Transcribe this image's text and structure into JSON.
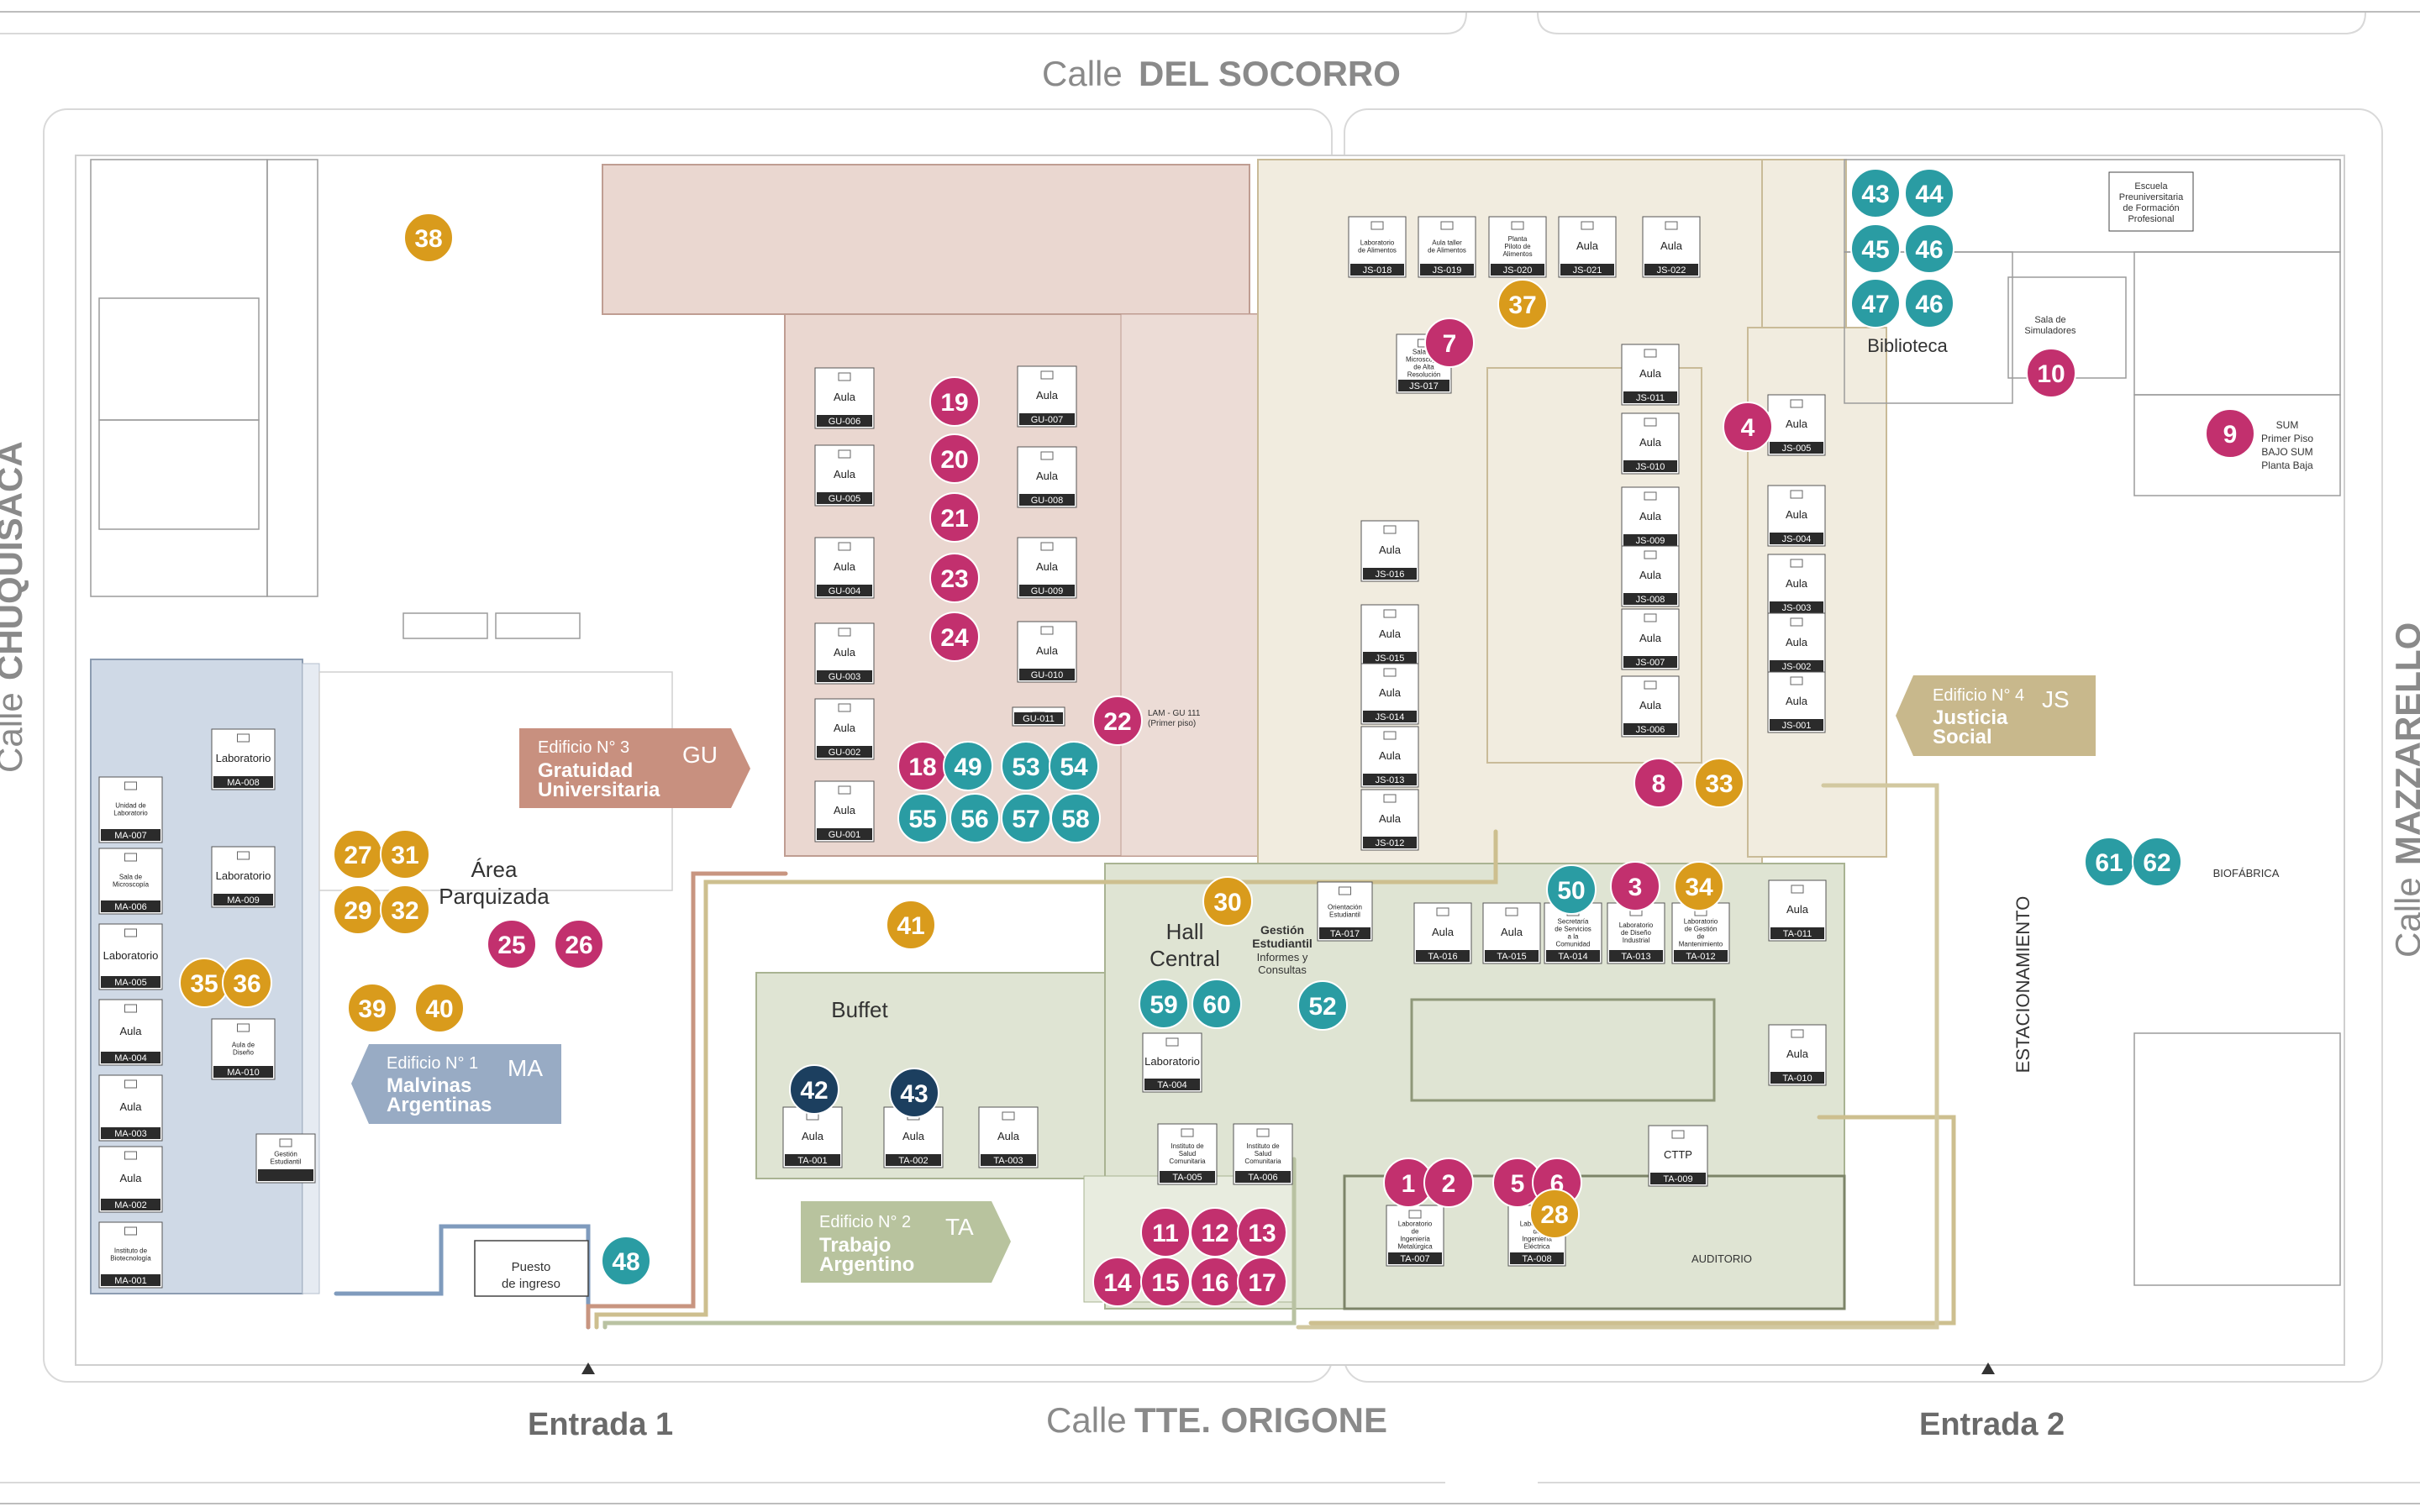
{
  "streets": {
    "top_prefix": "Calle",
    "top_name": "DEL SOCORRO",
    "bottom_prefix": "Calle",
    "bottom_name": "TTE. ORIGONE",
    "left_prefix": "Calle",
    "left_name": "CHUQUISACA",
    "right_prefix": "Calle",
    "right_name": "MAZZARELLO"
  },
  "entrances": {
    "entrance1": "Entrada 1",
    "entrance2": "Entrada 2"
  },
  "colors": {
    "magenta": "#c2306e",
    "teal": "#2a9ca3",
    "gold": "#d99b1c",
    "navy": "#1c3f5f",
    "gu_fill": "#ead7d0",
    "js_fill": "#f1ecdf",
    "ta_fill": "#dfe4d3",
    "ma_fill": "#cfd9e6",
    "gu_tag": "#c8907f",
    "js_tag": "#c8b88c",
    "ta_tag": "#b8c39e",
    "ma_tag": "#98abc4"
  },
  "buildings": {
    "ma": {
      "number": "Edificio N° 1",
      "name1": "Malvinas",
      "name2": "Argentinas",
      "code": "MA"
    },
    "ta": {
      "number": "Edificio N° 2",
      "name1": "Trabajo",
      "name2": "Argentino",
      "code": "TA"
    },
    "gu": {
      "number": "Edificio N° 3",
      "name1": "Gratuidad",
      "name2": "Universitaria",
      "code": "GU"
    },
    "js": {
      "number": "Edificio N° 4",
      "name1": "Justicia",
      "name2": "Social",
      "code": "JS"
    }
  },
  "areas": {
    "parque1": "Área",
    "parque2": "Parquizada",
    "buffet": "Buffet",
    "hall1": "Hall",
    "hall2": "Central",
    "gestion1": "Gestión",
    "gestion2": "Estudiantil",
    "gestion3": "Informes y",
    "gestion4": "Consultas",
    "biblioteca": "Biblioteca",
    "estacionamiento": "ESTACIONAMIENTO",
    "biofabrica": "BIOFÁBRICA",
    "auditorio": "AUDITORIO",
    "puesto1": "Puesto",
    "puesto2": "de ingreso",
    "escuela1": "Escuela",
    "escuela2": "Preuniversitaria",
    "escuela3": "de Formación",
    "escuela4": "Profesional",
    "sala_sim1": "Sala de",
    "sala_sim2": "Simuladores",
    "sum1": "SUM",
    "sum2": "Primer Piso",
    "sum3": "BAJO SUM",
    "sum4": "Planta Baja",
    "lam1": "LAM - GU 111",
    "lam2": "(Primer piso)"
  },
  "rooms": {
    "gu": [
      {
        "label": "Aula",
        "code": "GU-006"
      },
      {
        "label": "Aula",
        "code": "GU-005"
      },
      {
        "label": "Aula",
        "code": "GU-004"
      },
      {
        "label": "Aula",
        "code": "GU-003"
      },
      {
        "label": "Aula",
        "code": "GU-002"
      },
      {
        "label": "Aula",
        "code": "GU-001"
      },
      {
        "label": "Aula",
        "code": "GU-007"
      },
      {
        "label": "Aula",
        "code": "GU-008"
      },
      {
        "label": "Aula",
        "code": "GU-009"
      },
      {
        "label": "Aula",
        "code": "GU-010"
      },
      {
        "label": "",
        "code": "GU-011"
      }
    ],
    "js_top": [
      {
        "label": "Laboratorio de Alimentos",
        "code": "JS-018"
      },
      {
        "label": "Aula taller de Alimentos",
        "code": "JS-019"
      },
      {
        "label": "Planta Piloto de Alimentos",
        "code": "JS-020"
      },
      {
        "label": "Aula",
        "code": "JS-021"
      },
      {
        "label": "Aula",
        "code": "JS-022"
      }
    ],
    "js_lab": {
      "label": "Sala de Microscopía de Alta Resolución",
      "code": "JS-017"
    },
    "js_mid": [
      {
        "label": "Aula",
        "code": "JS-011"
      },
      {
        "label": "Aula",
        "code": "JS-010"
      },
      {
        "label": "Aula",
        "code": "JS-009"
      },
      {
        "label": "Aula",
        "code": "JS-008"
      },
      {
        "label": "Aula",
        "code": "JS-007"
      },
      {
        "label": "Aula",
        "code": "JS-006"
      }
    ],
    "js_left": [
      {
        "label": "Aula",
        "code": "JS-016"
      },
      {
        "label": "Aula",
        "code": "JS-015"
      },
      {
        "label": "Aula",
        "code": "JS-014"
      },
      {
        "label": "Aula",
        "code": "JS-013"
      },
      {
        "label": "Aula",
        "code": "JS-012"
      }
    ],
    "js_right": [
      {
        "label": "Aula",
        "code": "JS-005"
      },
      {
        "label": "Aula",
        "code": "JS-004"
      },
      {
        "label": "Aula",
        "code": "JS-003"
      },
      {
        "label": "Aula",
        "code": "JS-002"
      },
      {
        "label": "Aula",
        "code": "JS-001"
      }
    ],
    "ma": [
      {
        "label": "Unidad de Laboratorio",
        "code": "MA-007"
      },
      {
        "label": "Sala de Microscopía",
        "code": "MA-006"
      },
      {
        "label": "Laboratorio",
        "code": "MA-005"
      },
      {
        "label": "Aula",
        "code": "MA-004"
      },
      {
        "label": "Aula",
        "code": "MA-003"
      },
      {
        "label": "Aula",
        "code": "MA-002"
      },
      {
        "label": "Instituto de Biotecnología",
        "code": "MA-001"
      }
    ],
    "ma_right": [
      {
        "label": "Laboratorio",
        "code": "MA-008"
      },
      {
        "label": "Laboratorio",
        "code": "MA-009"
      },
      {
        "label": "Aula de Diseño",
        "code": "MA-010"
      }
    ],
    "ma_gestion": "Gestión Estudiantil",
    "ta_top": [
      {
        "label": "Aula",
        "code": "TA-016"
      },
      {
        "label": "Aula",
        "code": "TA-015"
      },
      {
        "label": "Secretaría de Servicios a la Comunidad",
        "code": "TA-014"
      },
      {
        "label": "Laboratorio de Diseño Industrial",
        "code": "TA-013"
      },
      {
        "label": "Laboratorio de Gestión de Mantenimiento",
        "code": "TA-012"
      }
    ],
    "ta_right": [
      {
        "label": "Aula",
        "code": "TA-011"
      },
      {
        "label": "Aula",
        "code": "TA-010"
      }
    ],
    "ta_buffet": [
      {
        "label": "Aula",
        "code": "TA-001"
      },
      {
        "label": "Aula",
        "code": "TA-002"
      },
      {
        "label": "Aula",
        "code": "TA-003"
      }
    ],
    "ta_lab004": {
      "label": "Laboratorio",
      "code": "TA-004"
    },
    "ta_salud": [
      {
        "label": "Instituto de Salud Comunitaria",
        "code": "TA-005"
      },
      {
        "label": "Instituto de Salud Comunitaria",
        "code": "TA-006"
      }
    ],
    "ta_orient": {
      "label": "Orientación Estudiantil",
      "code": "TA-017"
    },
    "ta_bottom": [
      {
        "label": "Laboratorio de Ingeniería Metalúrgica",
        "code": "TA-007"
      },
      {
        "label": "Laboratorio de Ingeniería Eléctrica",
        "code": "TA-008"
      },
      {
        "label": "CTTP",
        "code": "TA-009"
      }
    ]
  },
  "markers": [
    {
      "n": "1",
      "c": "magenta"
    },
    {
      "n": "2",
      "c": "magenta"
    },
    {
      "n": "3",
      "c": "magenta"
    },
    {
      "n": "4",
      "c": "magenta"
    },
    {
      "n": "5",
      "c": "magenta"
    },
    {
      "n": "6",
      "c": "magenta"
    },
    {
      "n": "7",
      "c": "magenta"
    },
    {
      "n": "8",
      "c": "magenta"
    },
    {
      "n": "9",
      "c": "magenta"
    },
    {
      "n": "10",
      "c": "magenta"
    },
    {
      "n": "11",
      "c": "magenta"
    },
    {
      "n": "12",
      "c": "magenta"
    },
    {
      "n": "13",
      "c": "magenta"
    },
    {
      "n": "14",
      "c": "magenta"
    },
    {
      "n": "15",
      "c": "magenta"
    },
    {
      "n": "16",
      "c": "magenta"
    },
    {
      "n": "17",
      "c": "magenta"
    },
    {
      "n": "18",
      "c": "magenta"
    },
    {
      "n": "19",
      "c": "magenta"
    },
    {
      "n": "20",
      "c": "magenta"
    },
    {
      "n": "21",
      "c": "magenta"
    },
    {
      "n": "22",
      "c": "magenta"
    },
    {
      "n": "23",
      "c": "magenta"
    },
    {
      "n": "24",
      "c": "magenta"
    },
    {
      "n": "25",
      "c": "magenta"
    },
    {
      "n": "26",
      "c": "magenta"
    },
    {
      "n": "27",
      "c": "gold"
    },
    {
      "n": "28",
      "c": "gold"
    },
    {
      "n": "29",
      "c": "gold"
    },
    {
      "n": "30",
      "c": "gold"
    },
    {
      "n": "31",
      "c": "gold"
    },
    {
      "n": "32",
      "c": "gold"
    },
    {
      "n": "33",
      "c": "gold"
    },
    {
      "n": "34",
      "c": "gold"
    },
    {
      "n": "35",
      "c": "gold"
    },
    {
      "n": "36",
      "c": "gold"
    },
    {
      "n": "37",
      "c": "gold"
    },
    {
      "n": "38",
      "c": "gold"
    },
    {
      "n": "39",
      "c": "gold"
    },
    {
      "n": "40",
      "c": "gold"
    },
    {
      "n": "41",
      "c": "gold"
    },
    {
      "n": "42",
      "c": "navy"
    },
    {
      "n": "43",
      "c": "navy"
    },
    {
      "n": "43",
      "c": "teal"
    },
    {
      "n": "44",
      "c": "teal"
    },
    {
      "n": "45",
      "c": "teal"
    },
    {
      "n": "46",
      "c": "teal"
    },
    {
      "n": "47",
      "c": "teal"
    },
    {
      "n": "46",
      "c": "teal"
    },
    {
      "n": "48",
      "c": "teal"
    },
    {
      "n": "49",
      "c": "teal"
    },
    {
      "n": "50",
      "c": "teal"
    },
    {
      "n": "52",
      "c": "teal"
    },
    {
      "n": "53",
      "c": "teal"
    },
    {
      "n": "54",
      "c": "teal"
    },
    {
      "n": "55",
      "c": "teal"
    },
    {
      "n": "56",
      "c": "teal"
    },
    {
      "n": "57",
      "c": "teal"
    },
    {
      "n": "58",
      "c": "teal"
    },
    {
      "n": "59",
      "c": "teal"
    },
    {
      "n": "60",
      "c": "teal"
    },
    {
      "n": "61",
      "c": "teal"
    },
    {
      "n": "62",
      "c": "teal"
    }
  ]
}
